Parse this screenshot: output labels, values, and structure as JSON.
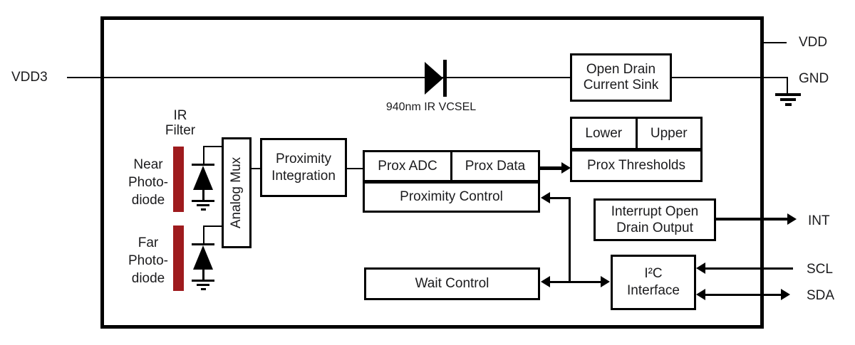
{
  "pins": {
    "vdd3": "VDD3",
    "vdd": "VDD",
    "gnd": "GND",
    "int": "INT",
    "scl": "SCL",
    "sda": "SDA"
  },
  "labels": {
    "vcsel": "940nm IR VCSEL",
    "ir_filter_l1": "IR",
    "ir_filter_l2": "Filter",
    "near_l1": "Near",
    "near_l2": "Photo-",
    "near_l3": "diode",
    "far_l1": "Far",
    "far_l2": "Photo-",
    "far_l3": "diode"
  },
  "blocks": {
    "open_drain_l1": "Open Drain",
    "open_drain_l2": "Current Sink",
    "analog_mux": "Analog Mux",
    "prox_integration_l1": "Proximity",
    "prox_integration_l2": "Integration",
    "prox_adc": "Prox ADC",
    "prox_data": "Prox Data",
    "prox_control": "Proximity Control",
    "lower": "Lower",
    "upper": "Upper",
    "prox_thresholds": "Prox Thresholds",
    "interrupt_l1": "Interrupt Open",
    "interrupt_l2": "Drain Output",
    "i2c_l1": "I²C",
    "i2c_l2": "Interface",
    "wait_control": "Wait Control"
  },
  "colors": {
    "ir_filter_bar": "#9e1b1e",
    "line": "#000000",
    "text": "#1b1b1d",
    "box_fill": "#ffffff"
  }
}
